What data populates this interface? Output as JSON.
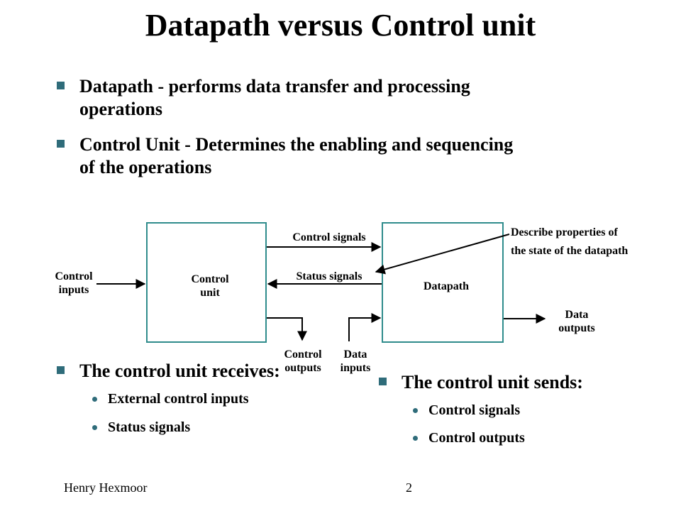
{
  "title": "Datapath versus Control unit",
  "bullets_top": [
    {
      "lines": [
        "Datapath - performs data transfer and processing",
        "operations"
      ]
    },
    {
      "lines": [
        "Control Unit - Determines the enabling and sequencing",
        "of the operations"
      ]
    }
  ],
  "diagram": {
    "control_inputs": [
      "Control",
      "inputs"
    ],
    "control_unit": [
      "Control",
      "unit"
    ],
    "datapath": "Datapath",
    "control_signals": "Control signals",
    "status_signals": "Status signals",
    "describe": [
      "Describe properties of",
      "the state of the datapath"
    ],
    "data_outputs": [
      "Data",
      "outputs"
    ],
    "control_outputs": [
      "Control",
      "outputs"
    ],
    "data_inputs": [
      "Data",
      "inputs"
    ]
  },
  "receives": {
    "heading": "The control unit receives:",
    "items": [
      "External control inputs",
      "Status signals"
    ]
  },
  "sends": {
    "heading": "The control unit sends:",
    "items": [
      "Control signals",
      "Control outputs"
    ]
  },
  "footer": {
    "author": "Henry Hexmoor",
    "page": "2"
  },
  "colors": {
    "accent": "#2f6c7a",
    "box_border": "#2f8c8c"
  }
}
